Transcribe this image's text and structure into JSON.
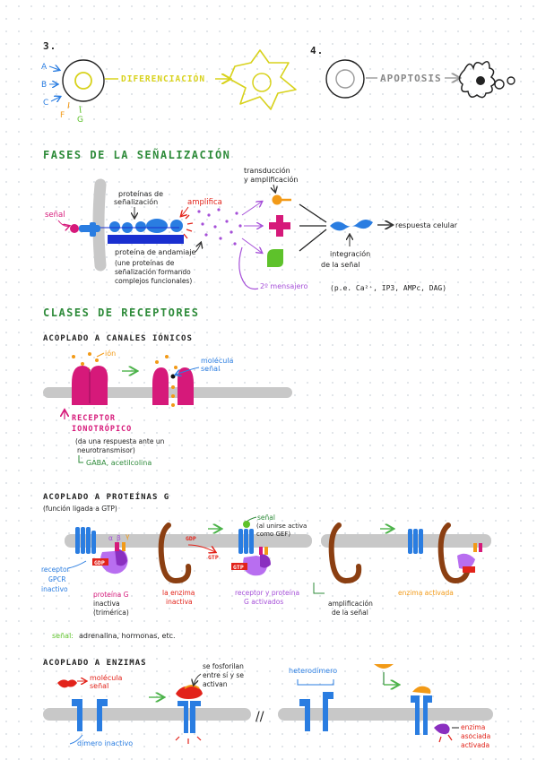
{
  "section1": {
    "number": "3.",
    "inputs": [
      "A",
      "B",
      "C",
      "F",
      "G"
    ],
    "arrow_label": "DIFERENCIACIÓN"
  },
  "section2": {
    "number": "4.",
    "arrow_label": "APOPTOSIS"
  },
  "fases": {
    "title": "FASES DE LA SEÑALIZACIÓN",
    "senal": "señal",
    "proteinas_senal": [
      "proteínas de",
      "señalización"
    ],
    "amplifica": "amplifica",
    "proteina_andamiaje": "proteína de andamiaje",
    "andamiaje_note": [
      "(une proteínas de",
      "señalización formando",
      "complejos funcionales)"
    ],
    "transduccion": [
      "transducción",
      "y amplificación"
    ],
    "respuesta": "respuesta celular",
    "integracion": [
      "integración",
      "de la señal"
    ],
    "segundo_mensajero": "2º mensajero",
    "mensajero_ejemplos": "(p.e. Ca²⁺, IP3, AMPc, DAG)"
  },
  "clases": {
    "title": "CLASES DE RECEPTORES"
  },
  "ionicos": {
    "title": "ACOPLADO A CANALES IÓNICOS",
    "ion": "ión",
    "molecula_senal": [
      "molécula",
      "señal"
    ],
    "receptor": [
      "RECEPTOR",
      "IONOTRÓPICO"
    ],
    "note": [
      "(da una respuesta ante un",
      "neurotransmisor)"
    ],
    "examples": "GABA, acetilcolina"
  },
  "proteinas_g": {
    "title": "ACOPLADO A PROTEÍNAS G",
    "subtitle": "(función ligada a GTP)",
    "senal": "señal",
    "senal_note": [
      "(al unirse activa",
      "como GEF)"
    ],
    "gdp": "GDP",
    "gtp": "GTP",
    "alpha": "α",
    "beta": "β",
    "gamma": "γ",
    "receptor_gpcr": [
      "receptor",
      "GPCR",
      "inactivo"
    ],
    "proteina_g": [
      "proteína G",
      "inactiva",
      "(trimérica)"
    ],
    "enzima_inactiva": [
      "la enzima",
      "inactiva"
    ],
    "receptor_activado": [
      "receptor y proteína",
      "G activados"
    ],
    "amplificacion": [
      "amplificación",
      "de la señal"
    ],
    "enzima_activada": "enzima activada",
    "senal_examples_label": "señal:",
    "senal_examples": "adrenalina, hormonas, etc."
  },
  "enzimas": {
    "title": "ACOPLADO A ENZIMAS",
    "molecula_senal": [
      "molécula",
      "señal"
    ],
    "fosforilan": [
      "se fosforilan",
      "entre sí y se",
      "activan"
    ],
    "dimero": "dímero inactivo",
    "heterodimero": "heterodímero",
    "enzima_asociada": [
      "enzima",
      "asociada",
      "activada"
    ]
  },
  "colors": {
    "title_green": "#2e8b3a",
    "yellow": "#d8d21c",
    "gray": "#c8c8c8",
    "blue": "#2a7de1",
    "magenta": "#d6197a",
    "purple": "#a54fd8",
    "orange": "#f29a17",
    "brown": "#8b3f12",
    "green": "#5ec22b",
    "red": "#e2231a"
  }
}
